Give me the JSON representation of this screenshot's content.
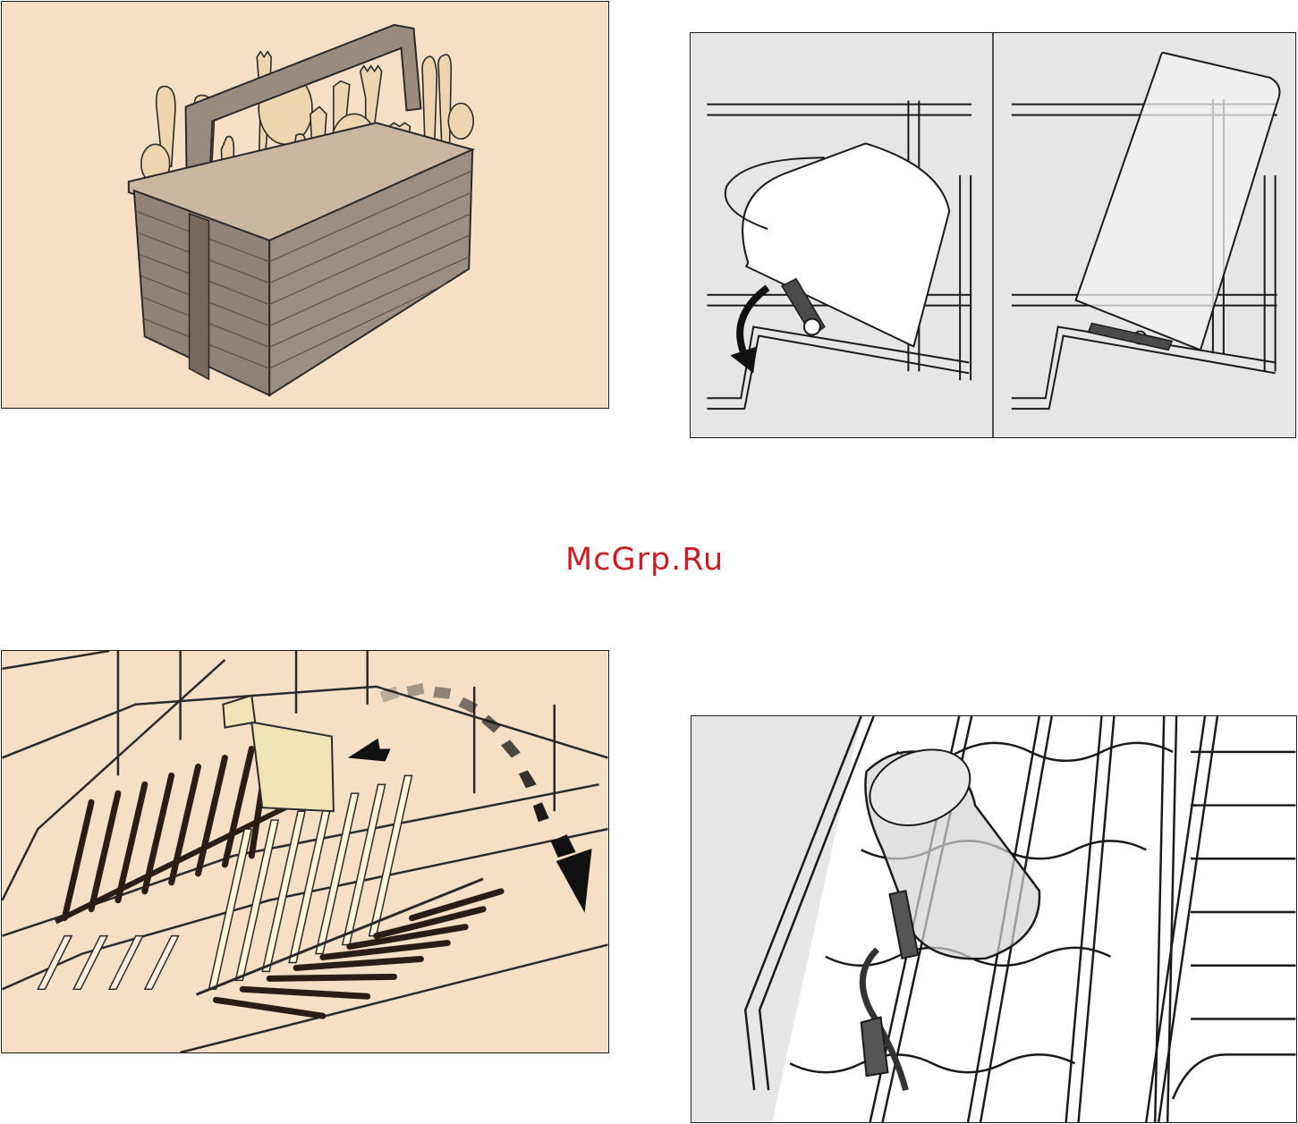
{
  "watermark": {
    "text": "McGrp.Ru",
    "color": "#c81e24"
  },
  "colors": {
    "warm_bg": "#f6dfc4",
    "grey_bg": "#e6e6e6",
    "outline": "#1a1a1a"
  },
  "figures": [
    {
      "name": "cutlery-basket",
      "icon": "basket-icon"
    },
    {
      "name": "cup-shelf",
      "icon": "cup-icon"
    },
    {
      "name": "folding-plate-rack",
      "icon": "rack-icon"
    },
    {
      "name": "glass-holder",
      "icon": "glass-icon"
    }
  ]
}
